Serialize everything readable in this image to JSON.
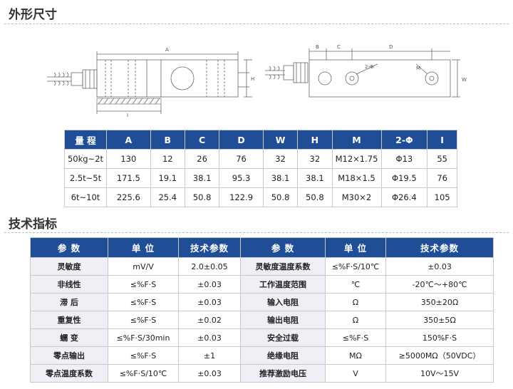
{
  "section1": {
    "title": "外形尺寸"
  },
  "section2": {
    "title": "技术指标"
  },
  "drawing": {
    "labels": {
      "A": "A",
      "H": "H",
      "I": "I",
      "B": "B",
      "C": "C",
      "D": "D",
      "W": "W",
      "phi": "2-Φ",
      "M": "M"
    }
  },
  "dimensions": {
    "headers": [
      "量 程",
      "A",
      "B",
      "C",
      "D",
      "W",
      "H",
      "M",
      "2-Φ",
      "I"
    ],
    "rows": [
      [
        "50kg~2t",
        "130",
        "12",
        "26",
        "76",
        "32",
        "32",
        "M12×1.75",
        "Φ13",
        "55"
      ],
      [
        "2.5t~5t",
        "171.5",
        "19.1",
        "38.1",
        "95.3",
        "38.1",
        "38.1",
        "M18×1.5",
        "Φ19.5",
        "76"
      ],
      [
        "6t~10t",
        "225.6",
        "25.4",
        "50.8",
        "122.9",
        "50.8",
        "50.8",
        "M30×2",
        "Φ26.4",
        "105"
      ]
    ]
  },
  "specs": {
    "headers": [
      "参 数",
      "单 位",
      "技术参数",
      "参 数",
      "单 位",
      "技术参数"
    ],
    "rows": [
      [
        "灵敏度",
        "mV/V",
        "2.0±0.05",
        "灵敏度温度系数",
        "≤%F·S/10℃",
        "±0.03"
      ],
      [
        "非线性",
        "≤%F·S",
        "±0.03",
        "工作温度范围",
        "℃",
        "-20℃～+80℃"
      ],
      [
        "滞 后",
        "≤%F·S",
        "±0.03",
        "输入电阻",
        "Ω",
        "350±20Ω"
      ],
      [
        "重复性",
        "≤%F·S",
        "±0.02",
        "输出电阻",
        "Ω",
        "350±5Ω"
      ],
      [
        "蠕 变",
        "≤%F·S/30min",
        "±0.03",
        "安全过载",
        "≤%F·S",
        "150%F·S"
      ],
      [
        "零点输出",
        "≤%F·S",
        "±1",
        "绝缘电阻",
        "MΩ",
        "≥5000MΩ（50VDC）"
      ],
      [
        "零点温度系数",
        "≤%F·S/10℃",
        "±0.03",
        "推荐激励电压",
        "V",
        "10V～15V"
      ]
    ]
  }
}
